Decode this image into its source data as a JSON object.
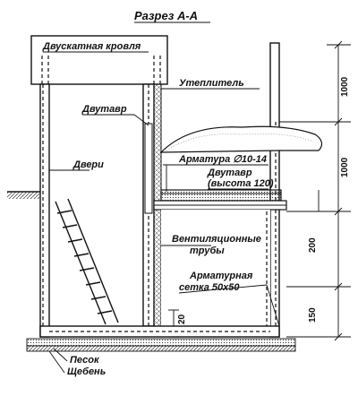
{
  "title": "Разрез А-А",
  "labels": {
    "roof": "Двускатная кровля",
    "insulation": "Утеплитель",
    "ibeam_left": "Двутавр",
    "door": "Двери",
    "rebar": "Арматура ∅10-14",
    "ibeam_right_1": "Двутавр",
    "ibeam_right_2": "(высота 120)",
    "vent_1": "Вентиляционные",
    "vent_2": "трубы",
    "mesh_1": "Арматурная",
    "mesh_2": "сетка 50х50",
    "sand": "Песок",
    "gravel": "Щебень"
  },
  "dimensions": {
    "d1": "1000",
    "d2": "1000",
    "d3": "200",
    "d4": "150",
    "d5": "20"
  }
}
